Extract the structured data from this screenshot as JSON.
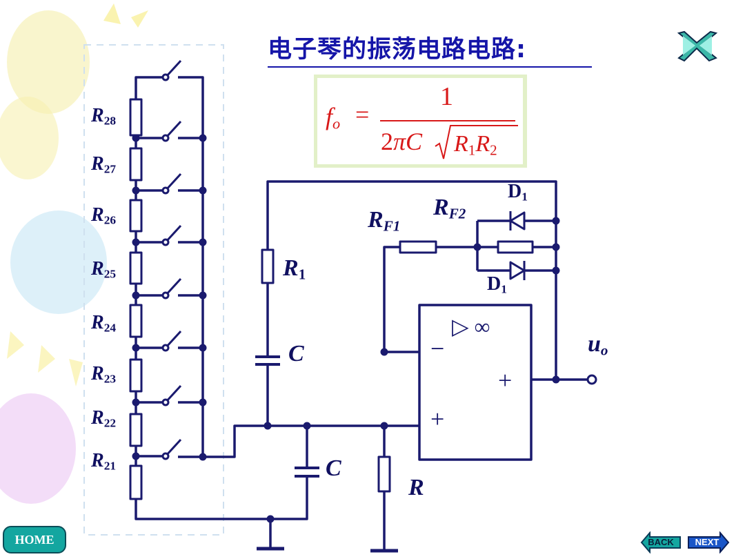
{
  "title": "电子琴的振荡电路电路:",
  "formula": {
    "lhs_f": "f",
    "lhs_sub": "o",
    "equals": "=",
    "numerator": "1",
    "den_prefix": "2",
    "den_pi": "π",
    "den_c": "C",
    "den_r1": "R",
    "den_r1_sub": "1",
    "den_r2": "R",
    "den_r2_sub": "2"
  },
  "ladder_resistors": [
    {
      "main": "R",
      "sub": "28"
    },
    {
      "main": "R",
      "sub": "27"
    },
    {
      "main": "R",
      "sub": "26"
    },
    {
      "main": "R",
      "sub": "25"
    },
    {
      "main": "R",
      "sub": "24"
    },
    {
      "main": "R",
      "sub": "23"
    },
    {
      "main": "R",
      "sub": "22"
    },
    {
      "main": "R",
      "sub": "21"
    }
  ],
  "components": {
    "r1": {
      "main": "R",
      "sub": "1"
    },
    "c_top": "C",
    "c_bottom": "C",
    "r_ground": "R",
    "rf1": {
      "main": "R",
      "sub": "F1"
    },
    "rf2": {
      "main": "R",
      "sub": "F2"
    },
    "d1_top": {
      "main": "D",
      "sub": "1"
    },
    "d1_bottom": {
      "main": "D",
      "sub": "1"
    },
    "output": {
      "main": "u",
      "sub": "o"
    },
    "opamp_symbol": "▷ ∞",
    "minus": "−",
    "plus_in": "+",
    "plus_out": "+"
  },
  "nav": {
    "home": "HOME",
    "back": "BACK",
    "next": "NEXT"
  },
  "colors": {
    "wire": "#1a1a6e",
    "title": "#1515a8",
    "formula": "#d81818",
    "formula_box": "#e2f0c8",
    "nav": "#14a6a0"
  }
}
